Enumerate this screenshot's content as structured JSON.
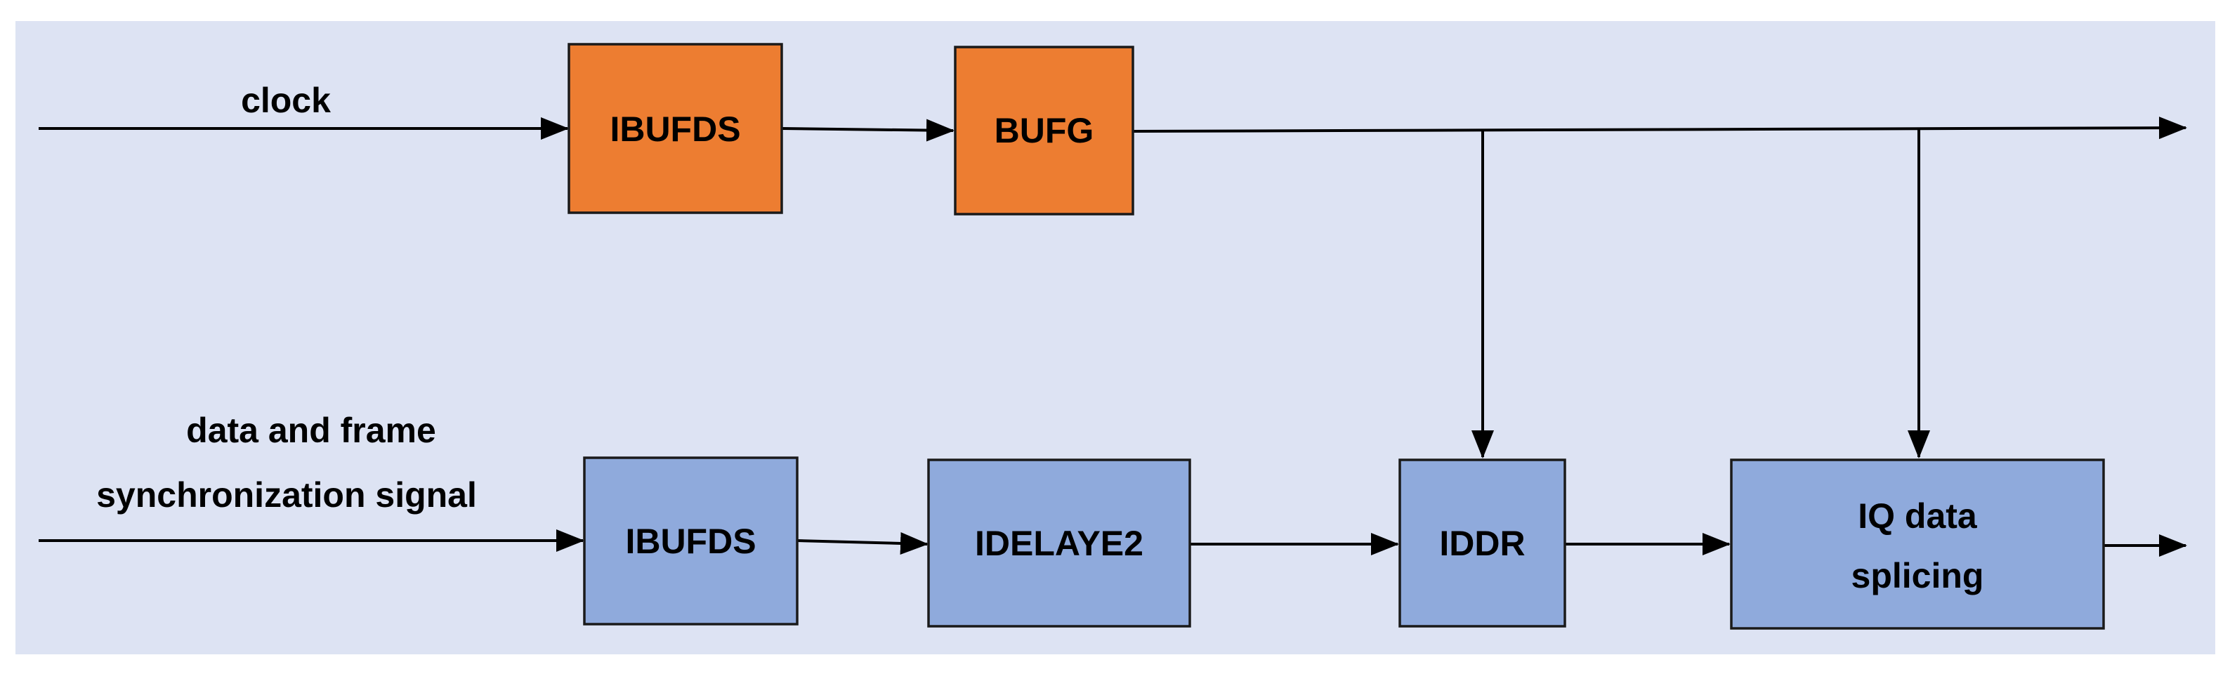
{
  "colors": {
    "background": "#dde3f3",
    "clock_block_fill": "#ed7d31",
    "data_block_fill": "#8faadc",
    "line": "#000000"
  },
  "labels": {
    "clock": "clock",
    "data_line1": "data and frame",
    "data_line2": "synchronization signal"
  },
  "blocks": {
    "ibufds_clock": "IBUFDS",
    "bufg": "BUFG",
    "ibufds_data": "IBUFDS",
    "idelaye2": "IDELAYE2",
    "iddr": "IDDR",
    "iq_line1": "IQ data",
    "iq_line2": "splicing"
  }
}
